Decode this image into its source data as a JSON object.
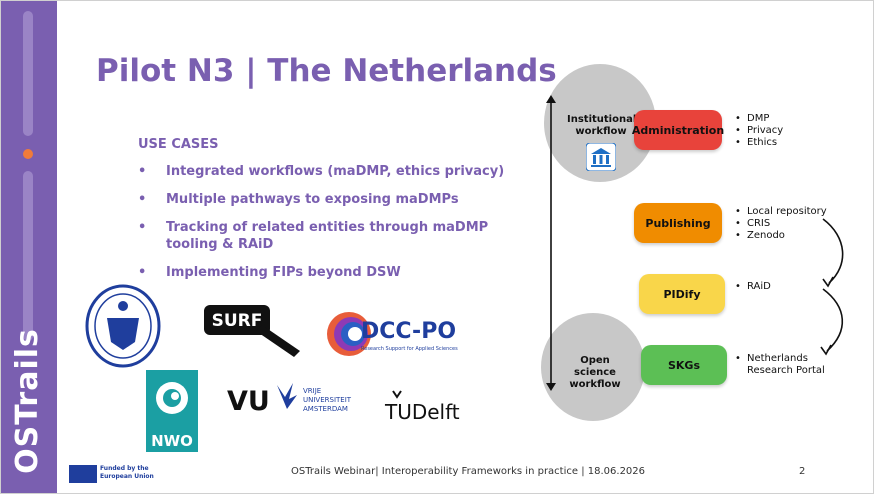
{
  "slide": {
    "title": "Pilot N3 | The Netherlands",
    "brand": "OSTrails",
    "use_cases": {
      "heading": "USE CASES",
      "items": [
        "Integrated workflows (maDMP, ethics privacy)",
        "Multiple pathways to exposing maDMPs",
        "Tracking of related entities through maDMP tooling & RAiD",
        "Implementing FIPs beyond DSW"
      ]
    },
    "logos": {
      "leiden": "leiden-university-seal",
      "surf": "SURF",
      "dcc_po_name": "DCC-PO",
      "dcc_po_sub": "Research Support for Applied Sciences",
      "nwo": "NWO",
      "vu_mark": "VU",
      "vu_text": [
        "VRIJE",
        "UNIVERSITEIT",
        "AMSTERDAM"
      ],
      "tudelft": "TUDelft"
    },
    "diagram": {
      "institutional_label": "Institutional workflow",
      "open_science_label": "Open science workflow",
      "boxes": {
        "administration": "Administration",
        "publishing": "Publishing",
        "pidify": "PIDify",
        "skgs": "SKGs"
      },
      "admin_items": [
        "DMP",
        "Privacy",
        "Ethics"
      ],
      "publishing_items": [
        "Local repository",
        "CRIS",
        "Zenodo"
      ],
      "pidify_items": [
        "RAiD"
      ],
      "skgs_items": [
        "Netherlands Research Portal"
      ],
      "colors": {
        "administration": "#e8433b",
        "publishing": "#f08c00",
        "pidify": "#f9d64a",
        "skgs": "#5cbf55"
      }
    },
    "footer": {
      "funded_by": "Funded by the European Union",
      "text": "OSTrails Webinar| Interoperability Frameworks in practice | 18.06.2026",
      "page": "2"
    }
  }
}
